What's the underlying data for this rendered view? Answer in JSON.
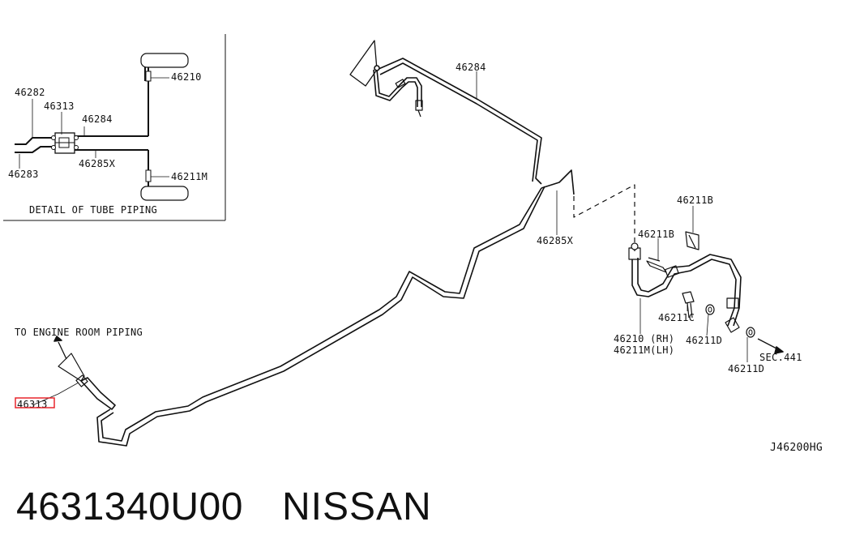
{
  "detail": {
    "caption": "DETAIL OF TUBE PIPING",
    "labels": {
      "l46282": "46282",
      "l46313": "46313",
      "l46284": "46284",
      "l46210": "46210",
      "l46283": "46283",
      "l46285x": "46285X",
      "l46211m": "46211M"
    }
  },
  "main": {
    "to_engine": "TO ENGINE ROOM PIPING",
    "highlight_label": "46313",
    "l46284": "46284",
    "l46285x": "46285X",
    "l46211b_top": "46211B",
    "l46211b": "46211B",
    "l46211c": "46211C",
    "l46211d_a": "46211D",
    "l46211d_b": "46211D",
    "l46210_rh": "46210 (RH)",
    "l46211m_lh": "46211M(LH)",
    "sec": "SEC.441",
    "diagram_code": "J46200HG"
  },
  "footer": {
    "part_number": "4631340U00",
    "brand": "NISSAN"
  },
  "colors": {
    "line": "#111111",
    "highlight": "#e8262d"
  }
}
